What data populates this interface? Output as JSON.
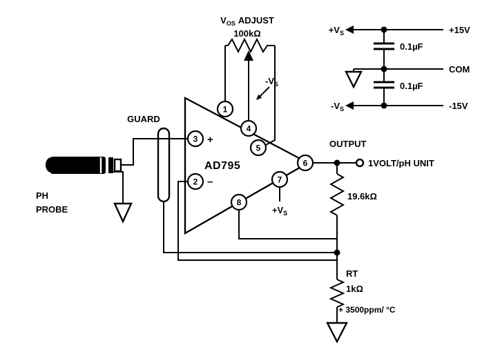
{
  "power_section": {
    "pos_supply_label_main": "+V",
    "pos_supply_label_sub": "S",
    "neg_supply_label_main": "-V",
    "neg_supply_label_sub": "S",
    "pos_rail": "+15V",
    "neg_rail": "-15V",
    "com": "COM",
    "cap_top": "0.1µF",
    "cap_bottom": "0.1µF"
  },
  "offset_adjust": {
    "label_v": "V",
    "label_sub": "OS",
    "label_rest": "ADJUST",
    "pot_value": "100kΩ",
    "neg_vs_main": "-V",
    "neg_vs_sub": "S"
  },
  "opamp": {
    "part": "AD795",
    "noninverting_sign": "+",
    "inverting_sign": "–",
    "pin_numbers": [
      "1",
      "2",
      "3",
      "4",
      "5",
      "6",
      "7",
      "8"
    ],
    "pos_vs_main": "+V",
    "pos_vs_sub": "S"
  },
  "input": {
    "guard": "GUARD",
    "probe_line1": "PH",
    "probe_line2": "PROBE"
  },
  "output": {
    "label": "OUTPUT",
    "unit": "1VOLT/pH UNIT",
    "feedback_resistor": "19.6kΩ",
    "rt_name": "RT",
    "rt_value": "1kΩ",
    "rt_tempco": "+ 3500ppm/ °C"
  }
}
